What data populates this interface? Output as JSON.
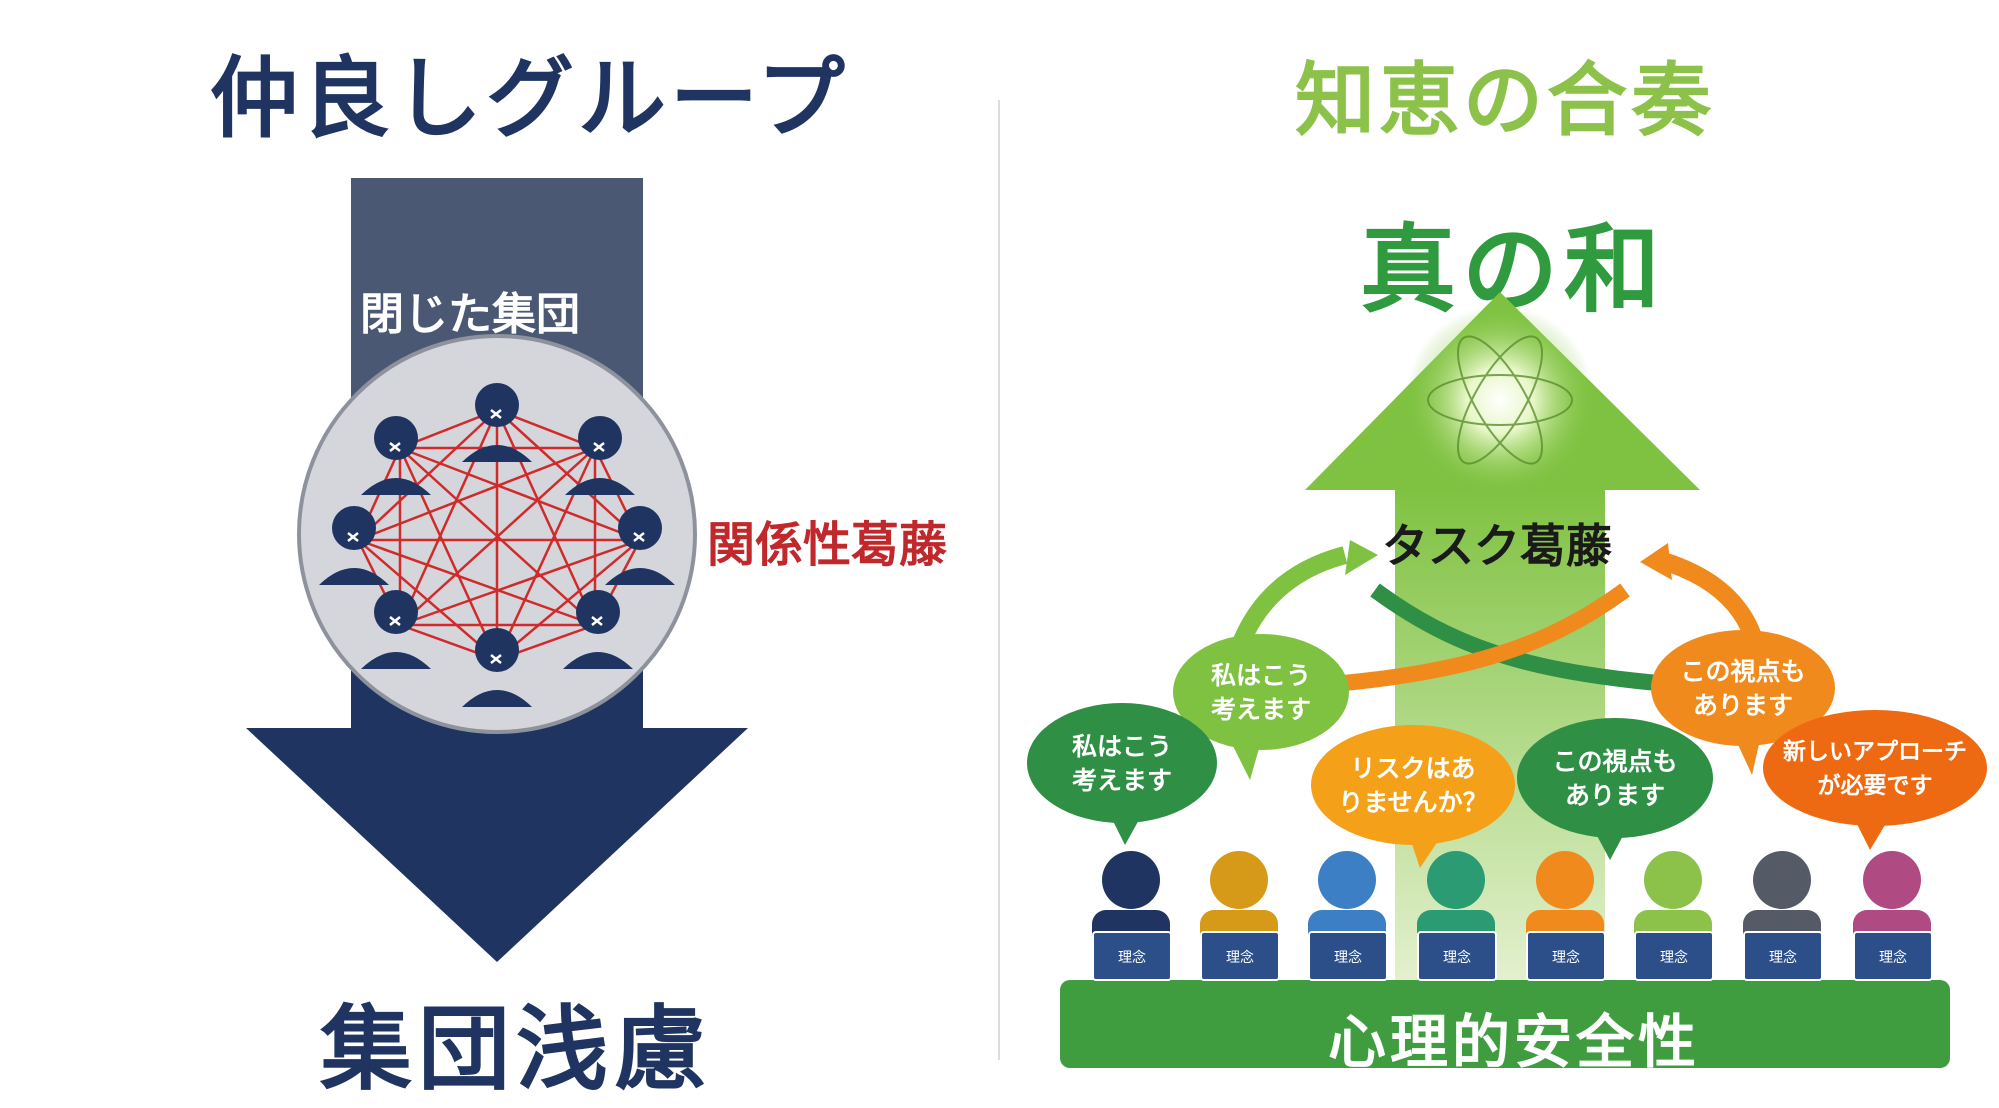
{
  "left": {
    "title": "仲良しグループ",
    "closed_group_label": "閉じた集団",
    "relationship_conflict_label": "関係性葛藤",
    "bottom_label": "集団浅慮"
  },
  "right": {
    "title": "知恵の合奏",
    "top_label": "真の和",
    "task_conflict_label": "タスク葛藤",
    "bubbles": [
      {
        "line1": "私はこう",
        "line2": "考えます"
      },
      {
        "line1": "私はこう",
        "line2": "考えます"
      },
      {
        "line1": "リスクはあ",
        "line2": "りませんか？"
      },
      {
        "line1": "この視点も",
        "line2": "あります"
      },
      {
        "line1": "この視点も",
        "line2": "あります"
      },
      {
        "line1": "新しいアプローチ",
        "line2": "が必要です"
      }
    ],
    "book_label": "理念",
    "base_label": "心理的安全性"
  },
  "colors": {
    "navy": "#1f3461",
    "slate": "#4a5873",
    "red": "#c0282b",
    "green_light": "#8cc24a",
    "green_dark": "#2f8f45",
    "orange": "#f08a1c"
  }
}
